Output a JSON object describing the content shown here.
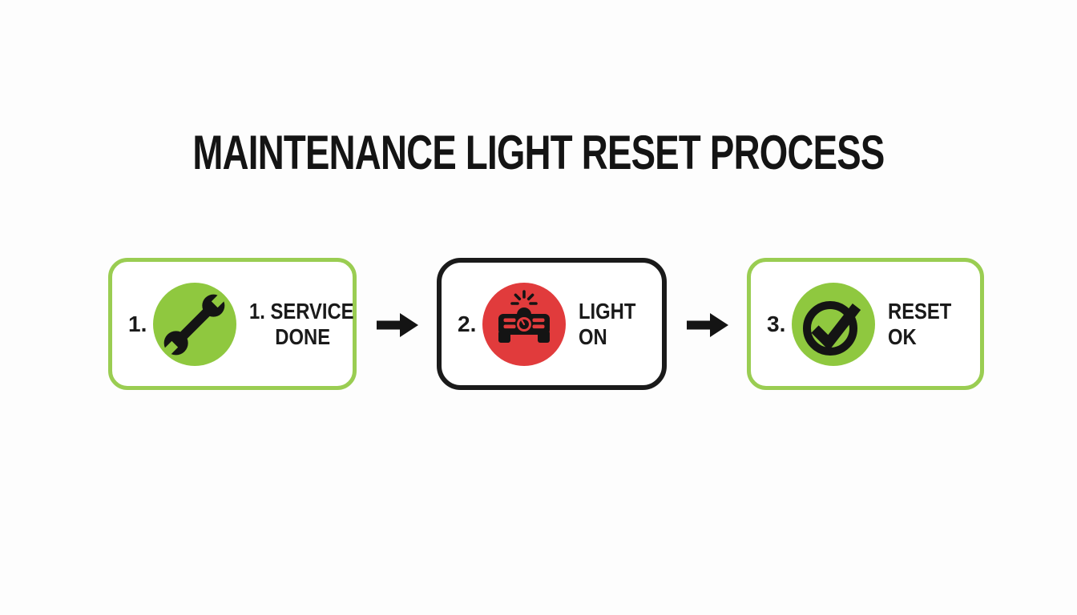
{
  "title": "MAINTENANCE LIGHT RESET PROCESS",
  "steps": [
    {
      "number": "1.",
      "label_line1": "1. SERVICE",
      "label_line2": "DONE",
      "icon": "wrench-icon",
      "circle_color": "#8FC83F",
      "border_color": "#9ACD52"
    },
    {
      "number": "2.",
      "label_line1": "LIGHT",
      "label_line2": "ON",
      "icon": "dashboard-warning-light-icon",
      "circle_color": "#E13B3C",
      "border_color": "#1A1A1A"
    },
    {
      "number": "3.",
      "label_line1": "RESET",
      "label_line2": "OK",
      "icon": "check-circle-icon",
      "circle_color": "#8FC83F",
      "border_color": "#9ACD52"
    }
  ],
  "connectors": [
    {
      "icon": "right-arrow-icon"
    },
    {
      "icon": "right-arrow-icon"
    }
  ],
  "colors": {
    "green": "#8FC83F",
    "green_border": "#9ACD52",
    "red": "#E13B3C",
    "black": "#1A1A1A",
    "background": "#FDFDFD"
  }
}
